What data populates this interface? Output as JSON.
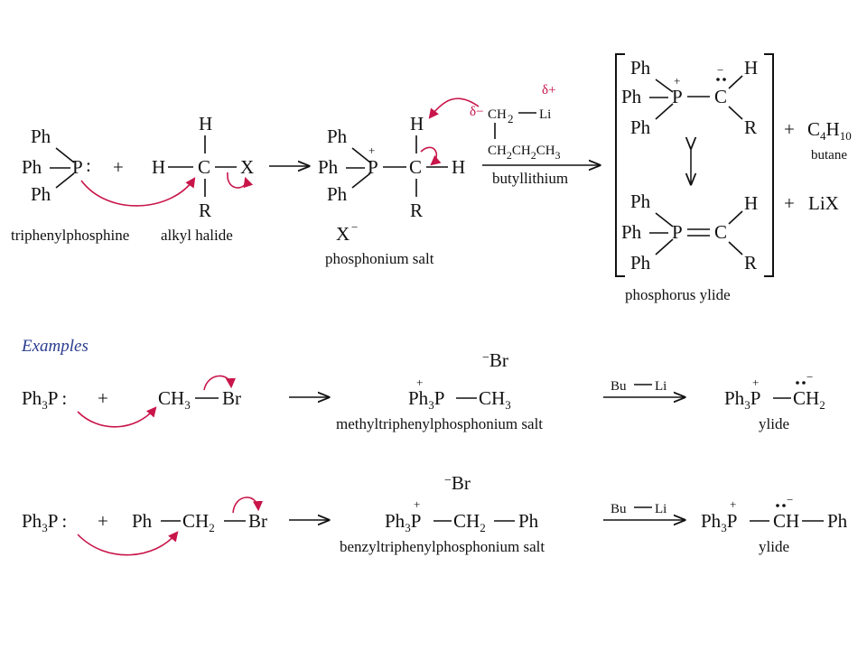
{
  "colors": {
    "ink": "#111111",
    "curved_arrow": "#c8154a",
    "examples_heading": "#2a3d8f",
    "background": "#ffffff"
  },
  "general": {
    "ph": "Ph",
    "p_lone": "P",
    "lone_pair": ":",
    "plus": "+",
    "h": "H",
    "c": "C",
    "x": "X",
    "r": "R",
    "x_minus": "X",
    "minus": "−",
    "delta_minus": "δ−",
    "delta_plus": "δ+",
    "ch2": "CH",
    "two": "2",
    "three": "3",
    "li": "Li",
    "butyl_chain": "CH",
    "c4h10": "C",
    "four": "4",
    "ten": "10",
    "lix": "LiX",
    "resonance": "↕",
    "labels": {
      "triphenylphosphine": "triphenylphosphine",
      "alkyl_halide": "alkyl halide",
      "phosphonium_salt": "phosphonium salt",
      "butyllithium": "butyllithium",
      "phosphorus_ylide": "phosphorus ylide",
      "butane": "butane"
    }
  },
  "examples": {
    "heading": "Examples",
    "ex1": {
      "reagent": "Ph",
      "reagent_p": "P",
      "reagent_sub": "3",
      "substrate_ch3": "CH",
      "substrate_br": "Br",
      "bromide": "Br",
      "product_main": "Ph",
      "product_ch3": "CH",
      "product_label": "methyltriphenylphosphonium salt",
      "base_bu": "Bu",
      "base_li": "Li",
      "ylide_ch2": "CH",
      "ylide_label": "ylide"
    },
    "ex2": {
      "substrate_ph": "Ph",
      "substrate_ch2": "CH",
      "substrate_br": "Br",
      "bromide": "Br",
      "product_ch2": "CH",
      "product_ph": "Ph",
      "product_label": "benzyltriphenylphosphonium salt",
      "ylide_ch": "CH",
      "ylide_ph": "Ph",
      "ylide_label": "ylide"
    }
  }
}
